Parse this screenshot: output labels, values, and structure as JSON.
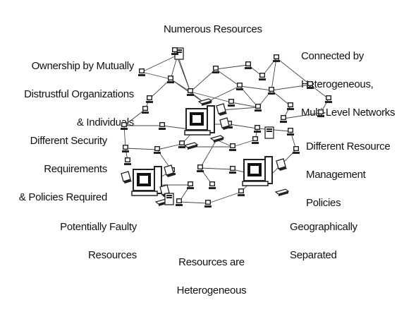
{
  "labels": {
    "top": "Numerous Resources",
    "top_left": [
      "Ownership by Mutually",
      "Distrustful Organizations",
      "& Individuals"
    ],
    "top_right": [
      "Connected by",
      "Heterogeneous,",
      "Multi-Level Networks"
    ],
    "mid_left": [
      "Different Security",
      "Requirements",
      "& Policies Required"
    ],
    "mid_right": [
      "Different Resource",
      "Management",
      "Policies"
    ],
    "bottom_left": [
      "Potentially Faulty",
      "Resources"
    ],
    "bottom_right": [
      "Geographically",
      "Separated"
    ],
    "bottom": [
      "Resources are",
      "Heterogeneous"
    ]
  },
  "icons": {
    "workstation": "desktop-computer-icon",
    "small": "small-pc-icon",
    "laptop": "laptop-icon",
    "server": "server-tower-icon",
    "hub": "network-hub-icon"
  },
  "colors": {
    "line": "#444444",
    "device": "#222222",
    "screen": "#ffffff"
  }
}
